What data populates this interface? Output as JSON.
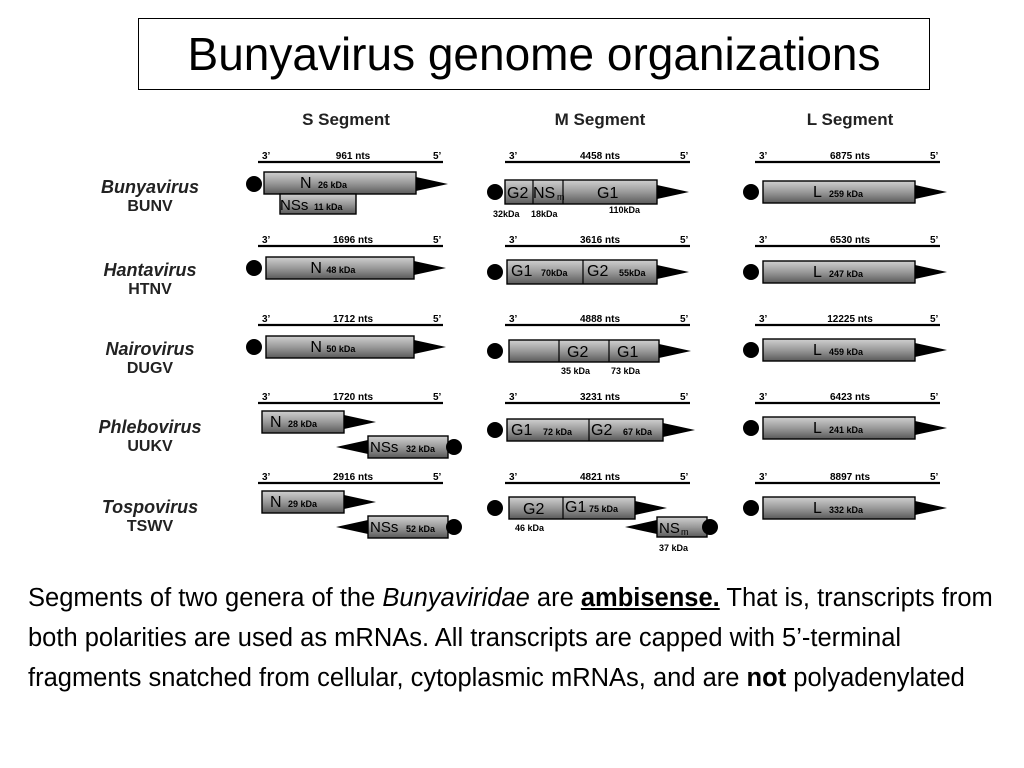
{
  "title": "Bunyavirus genome organizations",
  "columns": [
    "S Segment",
    "M Segment",
    "L Segment"
  ],
  "genera": [
    {
      "name": "Bunyavirus",
      "abbr": "BUNV"
    },
    {
      "name": "Hantavirus",
      "abbr": "HTNV"
    },
    {
      "name": "Nairovirus",
      "abbr": "DUGV"
    },
    {
      "name": "Phlebovirus",
      "abbr": "UUKV"
    },
    {
      "name": "Tospovirus",
      "abbr": "TSWV"
    }
  ],
  "end_labels": {
    "three": "3’",
    "five": "5’"
  },
  "segments": {
    "S": [
      {
        "nts": "961 nts",
        "genes": [
          {
            "name": "N",
            "size": "26 kDa"
          },
          {
            "name": "NSs",
            "size": "11 kDa"
          }
        ]
      },
      {
        "nts": "1696 nts",
        "genes": [
          {
            "name": "N",
            "size": "48 kDa"
          }
        ]
      },
      {
        "nts": "1712 nts",
        "genes": [
          {
            "name": "N",
            "size": "50 kDa"
          }
        ]
      },
      {
        "nts": "1720 nts",
        "genes": [
          {
            "name": "N",
            "size": "28 kDa"
          },
          {
            "name": "NSs",
            "size": "32 kDa"
          }
        ]
      },
      {
        "nts": "2916 nts",
        "genes": [
          {
            "name": "N",
            "size": "29 kDa"
          },
          {
            "name": "NSs",
            "size": "52 kDa"
          }
        ]
      }
    ],
    "M": [
      {
        "nts": "4458 nts",
        "genes": [
          {
            "name": "G2",
            "size": "32kDa"
          },
          {
            "name": "NSm",
            "size": "18kDa"
          },
          {
            "name": "G1",
            "size": "110kDa"
          }
        ]
      },
      {
        "nts": "3616 nts",
        "genes": [
          {
            "name": "G1",
            "size": "70kDa"
          },
          {
            "name": "G2",
            "size": "55kDa"
          }
        ]
      },
      {
        "nts": "4888 nts",
        "genes": [
          {
            "name": "G2",
            "size": "35 kDa"
          },
          {
            "name": "G1",
            "size": "73 kDa"
          }
        ]
      },
      {
        "nts": "3231 nts",
        "genes": [
          {
            "name": "G1",
            "size": "72 kDa"
          },
          {
            "name": "G2",
            "size": "67 kDa"
          }
        ]
      },
      {
        "nts": "4821 nts",
        "genes": [
          {
            "name": "G2",
            "size": "46 kDa"
          },
          {
            "name": "G1",
            "size": "75 kDa"
          },
          {
            "name": "NSm",
            "size": "37 kDa"
          }
        ]
      }
    ],
    "L": [
      {
        "nts": "6875 nts",
        "genes": [
          {
            "name": "L",
            "size": "259 kDa"
          }
        ]
      },
      {
        "nts": "6530 nts",
        "genes": [
          {
            "name": "L",
            "size": "247 kDa"
          }
        ]
      },
      {
        "nts": "12225 nts",
        "genes": [
          {
            "name": "L",
            "size": "459 kDa"
          }
        ]
      },
      {
        "nts": "6423 nts",
        "genes": [
          {
            "name": "L",
            "size": "241 kDa"
          }
        ]
      },
      {
        "nts": "8897 nts",
        "genes": [
          {
            "name": "L",
            "size": "332 kDa"
          }
        ]
      }
    ]
  },
  "caption": {
    "p1": "Segments of two genera of the ",
    "family": "Bunyaviridae",
    "p2": " are ",
    "ambisense": "ambisense.",
    "p3": " That is, transcripts from both polarities are used as mRNAs. All transcripts are capped with 5’-terminal fragments snatched from cellular, cytoplasmic mRNAs, and are ",
    "not": "not",
    "p4": " polyadenylated"
  }
}
